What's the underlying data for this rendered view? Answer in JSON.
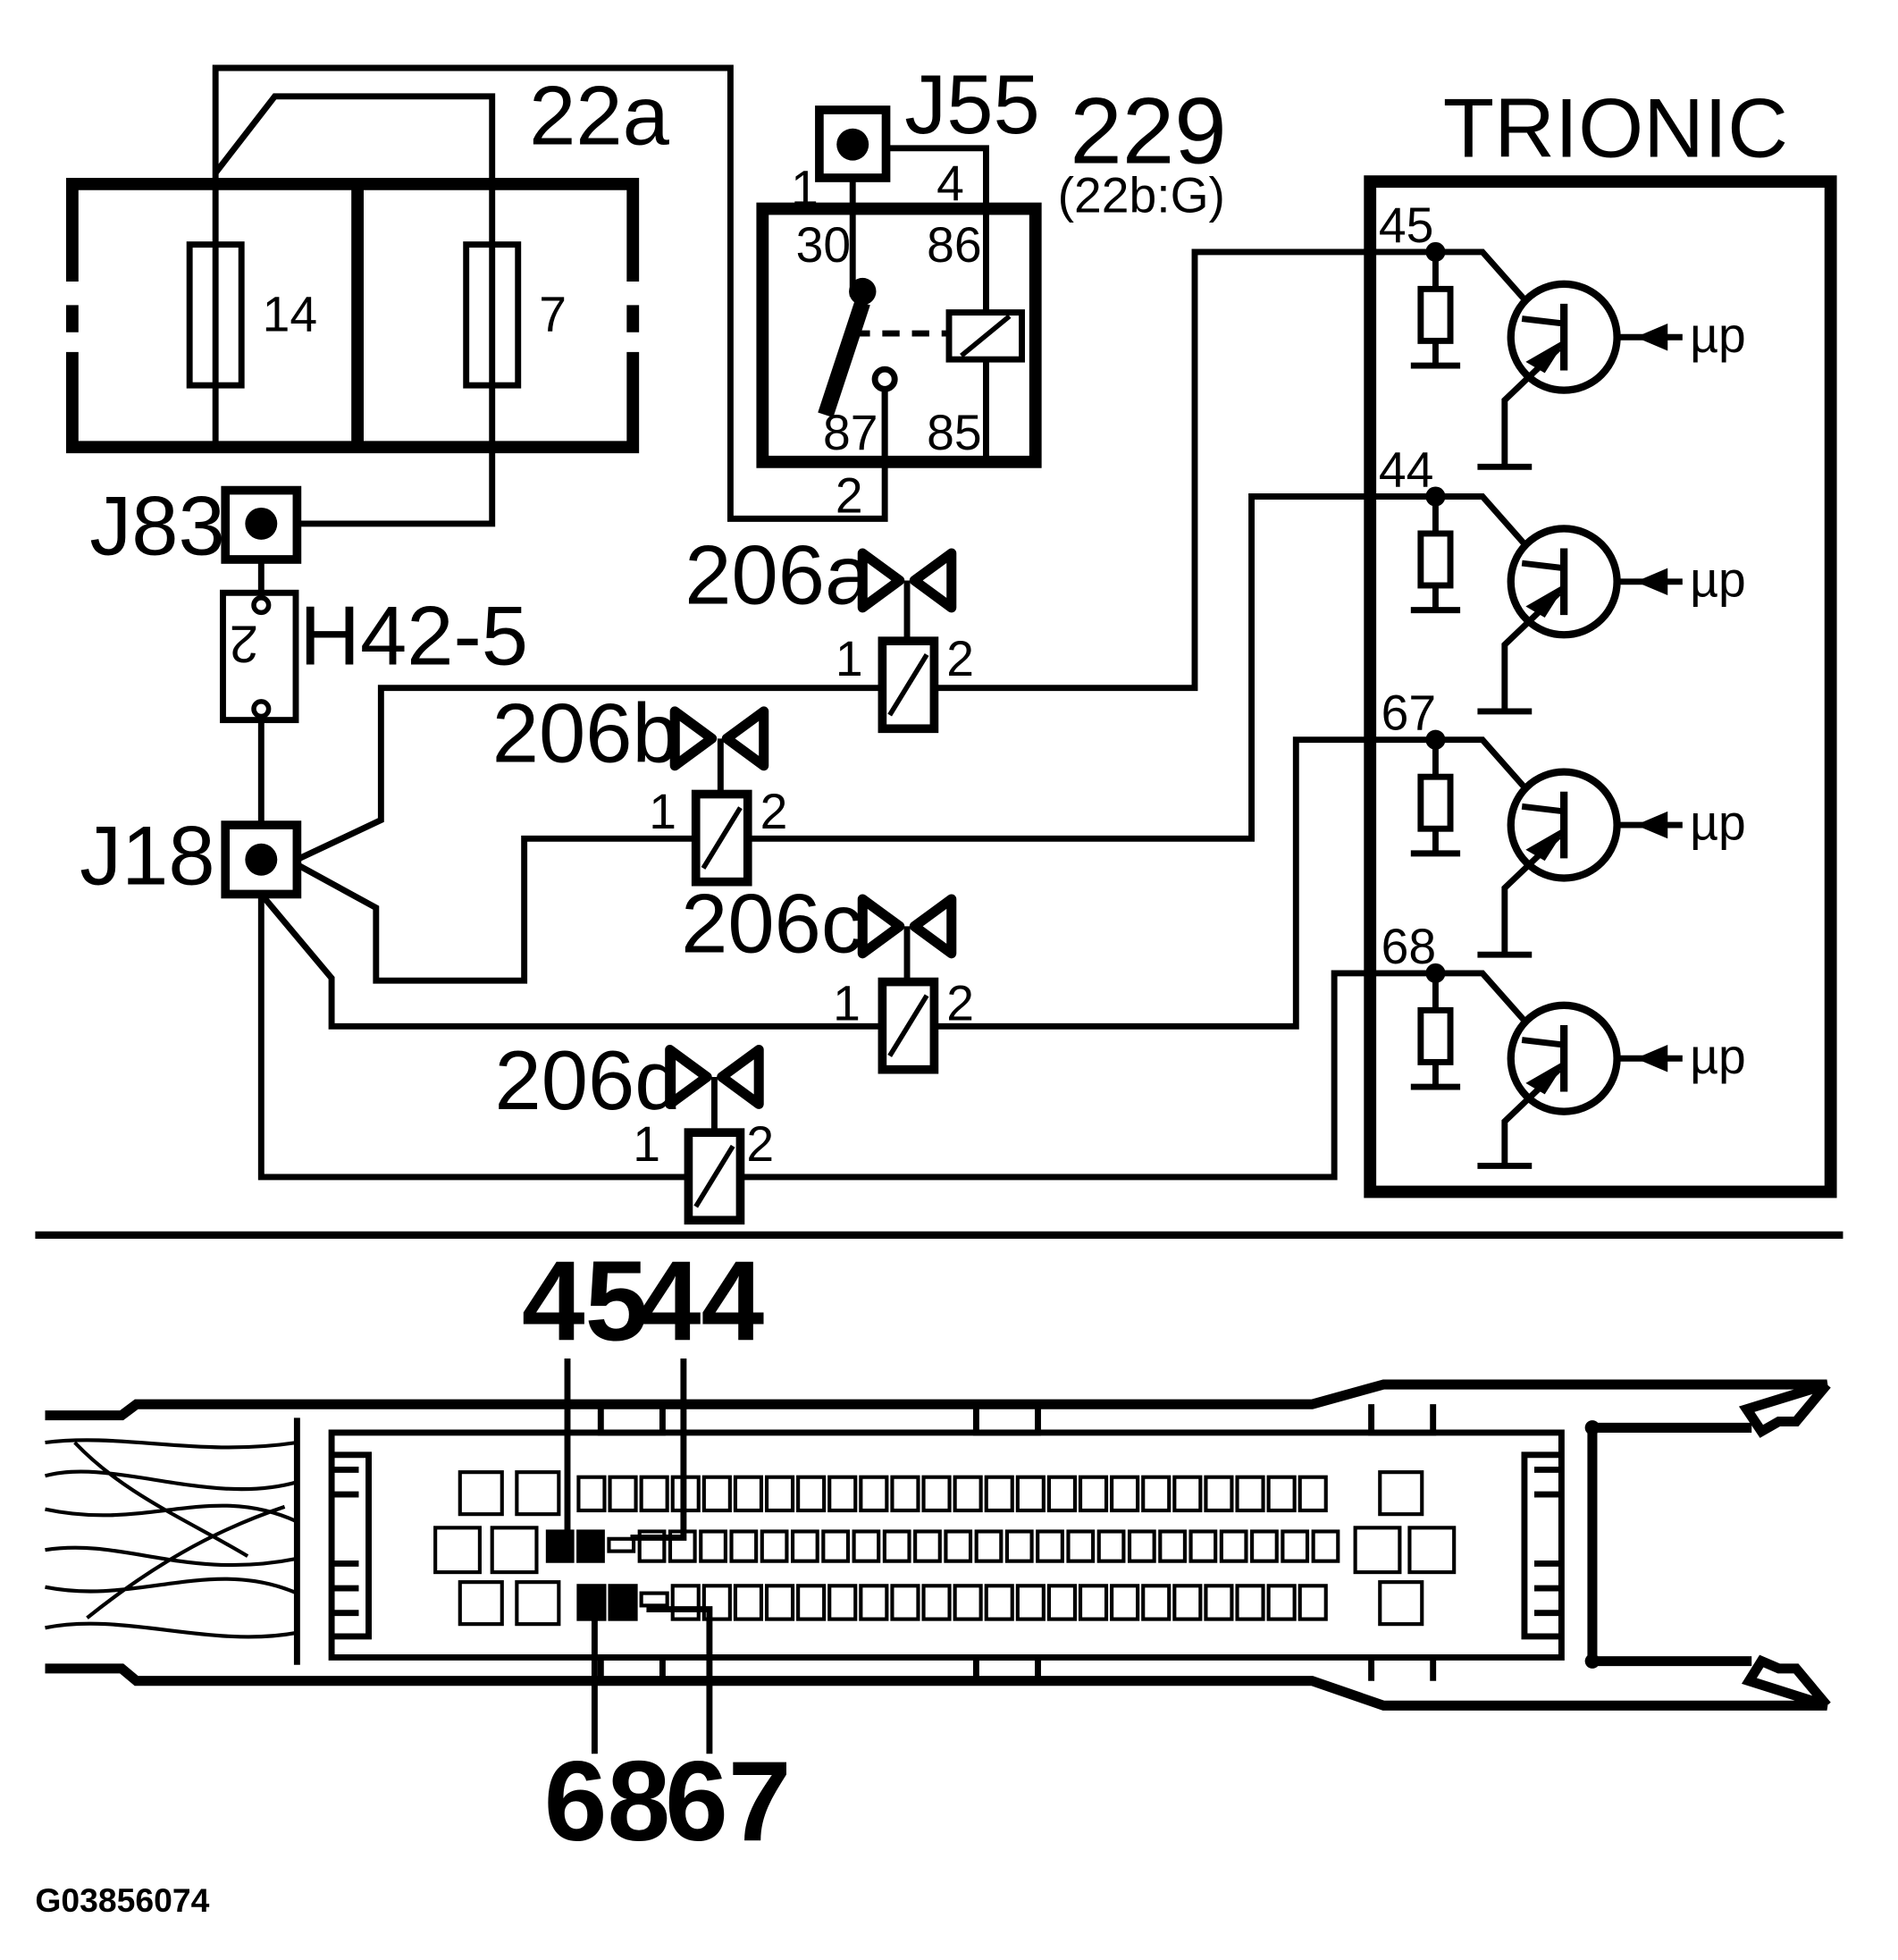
{
  "fuse_box": {
    "id": "22a",
    "fuses": [
      "14",
      "7"
    ]
  },
  "relay": {
    "id": "229",
    "location": "(22b:G)",
    "terminals": {
      "t30": "30",
      "t86": "86",
      "t87": "87",
      "t85": "85"
    },
    "pins": {
      "p1": "1",
      "p4": "4",
      "p2": "2"
    }
  },
  "junctions": {
    "j55": "J55",
    "j83": "J83",
    "j18": "J18"
  },
  "connector": {
    "id": "H42-5",
    "pin": "2"
  },
  "injectors": [
    {
      "id": "206a",
      "pin1": "1",
      "pin2": "2"
    },
    {
      "id": "206b",
      "pin1": "1",
      "pin2": "2"
    },
    {
      "id": "206c",
      "pin1": "1",
      "pin2": "2"
    },
    {
      "id": "206d",
      "pin1": "1",
      "pin2": "2"
    }
  ],
  "ecu": {
    "title": "TRIONIC",
    "channels": [
      {
        "pin": "45",
        "input": "µp"
      },
      {
        "pin": "44",
        "input": "µp"
      },
      {
        "pin": "67",
        "input": "µp"
      },
      {
        "pin": "68",
        "input": "µp"
      }
    ]
  },
  "connector_view": {
    "top_pins": [
      "45",
      "44"
    ],
    "bottom_pins": [
      "68",
      "67"
    ]
  },
  "figure_code": "G03856074"
}
